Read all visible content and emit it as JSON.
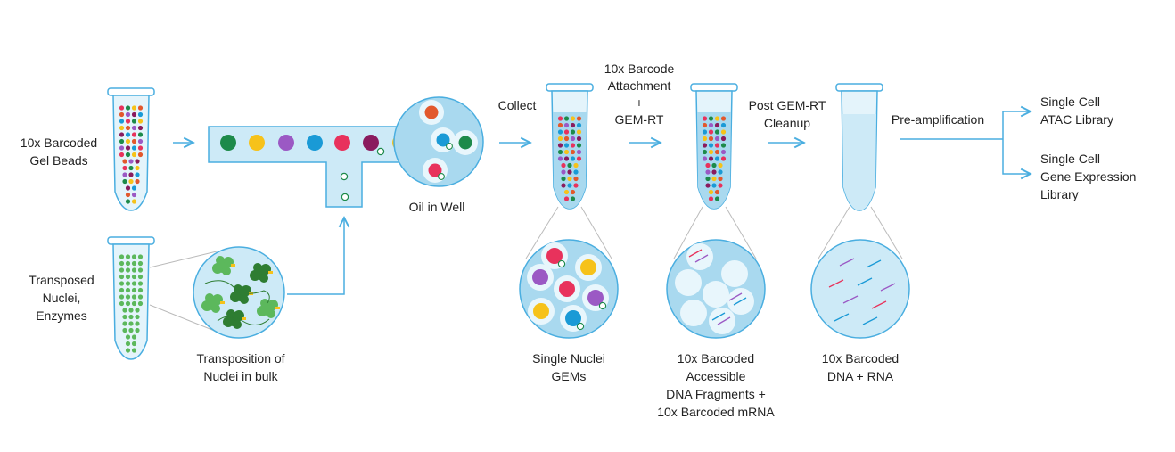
{
  "labels": {
    "gel_beads": [
      "10x Barcoded",
      "Gel Beads"
    ],
    "transposed": [
      "Transposed",
      "Nuclei,",
      "Enzymes"
    ],
    "transposition": [
      "Transposition of",
      "Nuclei in bulk"
    ],
    "oil_in_well": [
      "Oil in Well"
    ],
    "collect": [
      "Collect"
    ],
    "barcode_attach": [
      "10x Barcode",
      "Attachment",
      "+",
      "GEM-RT"
    ],
    "post_gem": [
      "Post GEM-RT",
      "Cleanup"
    ],
    "preamp": [
      "Pre-amplification"
    ],
    "single_nuclei_gems": [
      "Single Nuclei",
      "GEMs"
    ],
    "accessible": [
      "10x Barcoded",
      "Accessible",
      "DNA Fragments +",
      "10x Barcoded mRNA"
    ],
    "dna_rna": [
      "10x Barcoded",
      "DNA + RNA"
    ],
    "atac": [
      "Single Cell",
      "ATAC Library"
    ],
    "gex": [
      "Single Cell",
      "Gene Expression",
      "Library"
    ]
  },
  "colors": {
    "stroke": "#4aaee0",
    "fill_light": "#cdeaf7",
    "fill_mid": "#a9d9ef",
    "bead_green": "#1d8a4a",
    "bead_yellow": "#f6c21a",
    "bead_purple": "#9b59c4",
    "bead_blue": "#1a9ad6",
    "bead_pink": "#e8325c",
    "bead_maroon": "#8a1b5e",
    "bead_orange": "#e2582c",
    "nuclei_green": "#5cb85c",
    "dark_green": "#2e7d32"
  },
  "icons": [
    "tube-icon",
    "channel-icon",
    "droplet-well-icon",
    "zoom-circle-icon",
    "arrow-icon"
  ]
}
